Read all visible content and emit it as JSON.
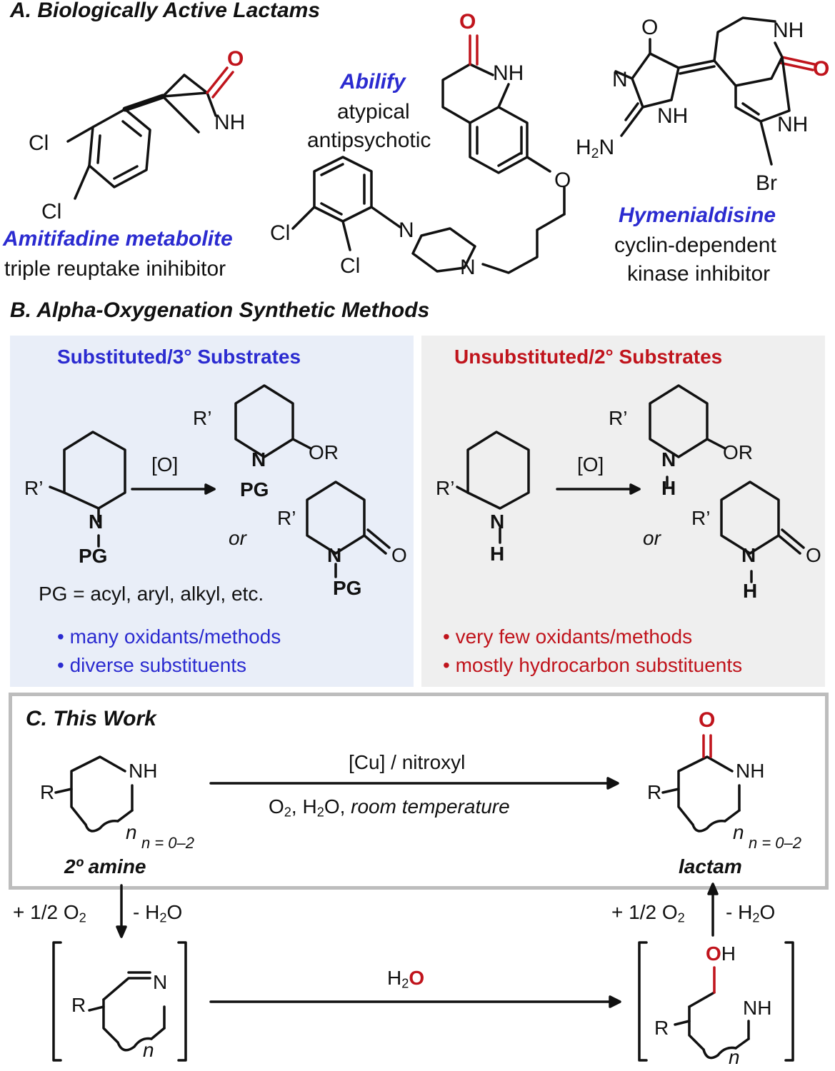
{
  "section_a": {
    "title": "A. Biologically Active Lactams",
    "compound_1": {
      "name": "Amitifadine metabolite",
      "activity": "triple reuptake inihibitor"
    },
    "compound_2": {
      "name": "Abilify",
      "activity_line1": "atypical",
      "activity_line2": "antipsychotic"
    },
    "compound_3": {
      "name": "Hymenialdisine",
      "activity_line1": "cyclin-dependent",
      "activity_line2": "kinase inhibitor"
    }
  },
  "section_b": {
    "title": "B. Alpha-Oxygenation Synthetic Methods",
    "left": {
      "heading": "Substituted/3° Substrates",
      "reagent": "[O]",
      "or_label": "or",
      "pg_note": "PG = acyl, aryl, alkyl, etc.",
      "bullets": [
        "• many oxidants/methods",
        "• diverse substituents"
      ]
    },
    "right": {
      "heading": "Unsubstituted/2° Substrates",
      "reagent": "[O]",
      "or_label": "or",
      "bullets": [
        "• very few oxidants/methods",
        "• mostly hydrocarbon substituents"
      ]
    }
  },
  "section_c": {
    "title": "C. This Work",
    "reagent_top": "[Cu] / nitroxyl",
    "conditions_italic": "room temperature",
    "range_label": "n = 0–2",
    "start_label": "2º amine",
    "product_label": "lactam",
    "step_loss": "- H",
    "step_water": "H"
  },
  "colors": {
    "accent_blue": "#2b2bd0",
    "accent_red": "#c0141c",
    "panel_blue": "#e9eef8",
    "panel_gray": "#efefef",
    "frame_gray": "#bdbdbd"
  }
}
